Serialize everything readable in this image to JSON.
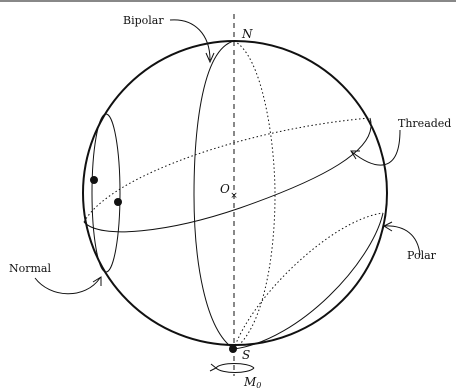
{
  "labels": {
    "bipolar": "Bipolar",
    "threaded": "Threaded",
    "normal": "Normal",
    "polar": "Polar",
    "north": "N",
    "south": "S",
    "origin": "O",
    "moment": "M",
    "moment_sub": "0"
  },
  "colors": {
    "stroke": "#111111",
    "background": "#ffffff"
  }
}
